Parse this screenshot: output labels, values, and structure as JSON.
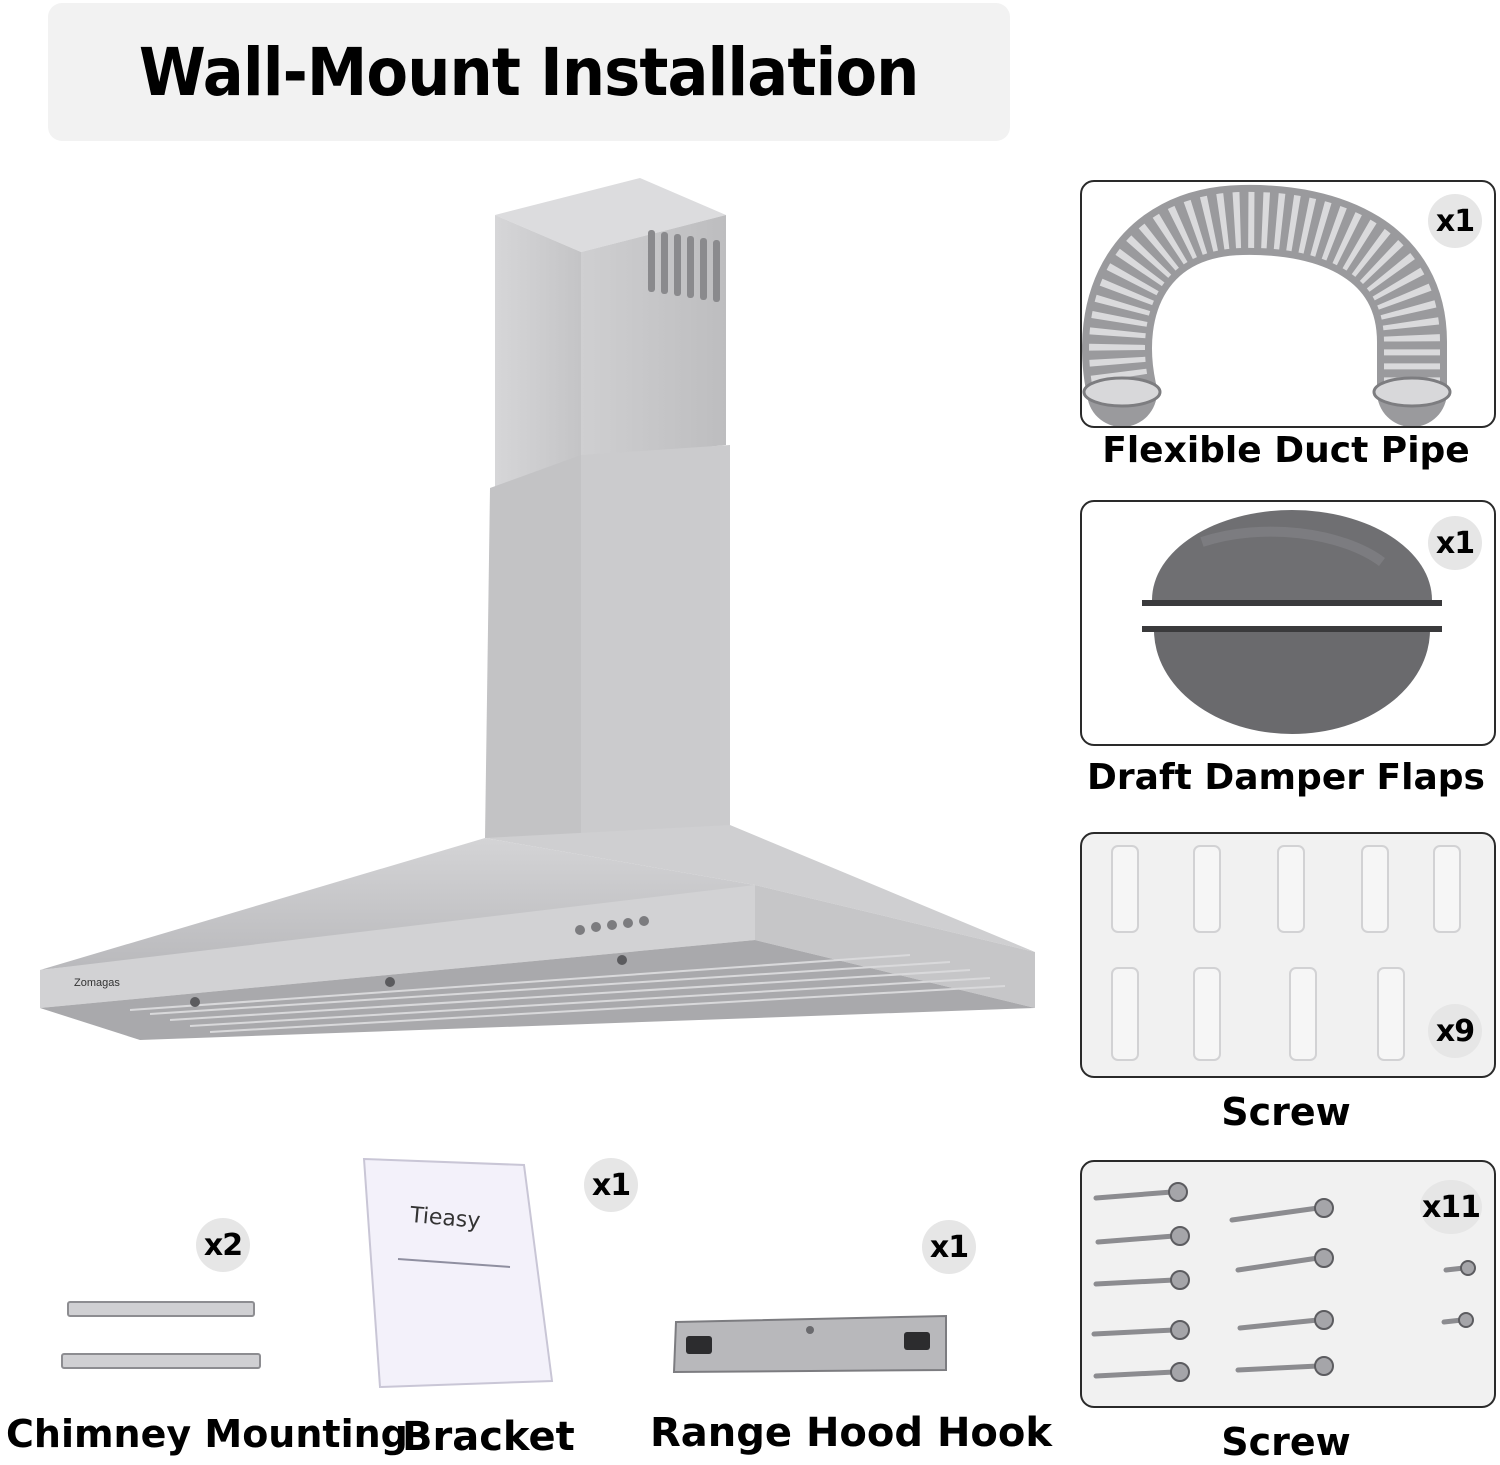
{
  "title": "Wall-Mount Installation",
  "product": {
    "brand": "Zomagas"
  },
  "accessories": [
    {
      "name": "Flexible Duct Pipe",
      "quantity": "x1",
      "icon": "duct-pipe-icon"
    },
    {
      "name": "Draft Damper Flaps",
      "quantity": "x1",
      "icon": "damper-flaps-icon"
    },
    {
      "name": "Screw",
      "quantity": "x9",
      "icon": "wall-anchor-icon"
    },
    {
      "name": "Screw",
      "quantity": "x11",
      "icon": "screw-icon"
    }
  ],
  "bottom_parts": [
    {
      "name": "Chimney Mounting",
      "quantity": "x2",
      "icon": "mounting-strip-icon"
    },
    {
      "name": "Bracket",
      "quantity": "x1",
      "icon": "manual-icon",
      "manual_title": "Tieasy"
    },
    {
      "name": "Range Hood Hook",
      "quantity": "x1",
      "icon": "hook-plate-icon"
    }
  ],
  "colors": {
    "steel": "#c9c9cb",
    "badge": "#e6e6e6",
    "text": "#000000"
  }
}
